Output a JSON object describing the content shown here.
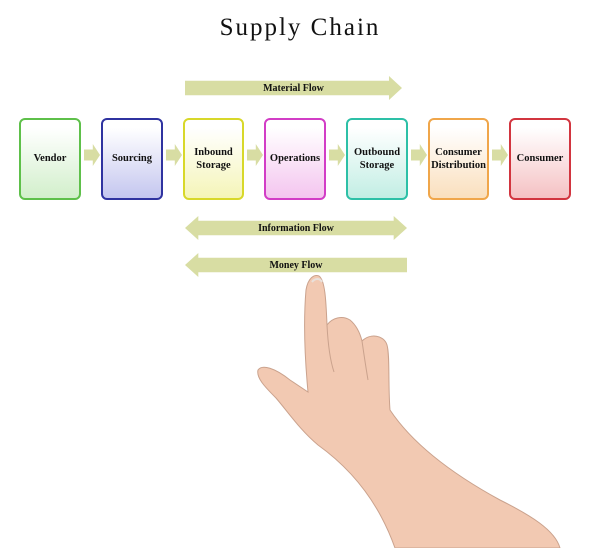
{
  "title": "Supply Chain",
  "stages": [
    {
      "label": "Vendor"
    },
    {
      "label": "Sourcing"
    },
    {
      "label": "Inbound Storage"
    },
    {
      "label": "Operations"
    },
    {
      "label": "Outbound Storage"
    },
    {
      "label": "Consumer Distribution"
    },
    {
      "label": "Consumer"
    }
  ],
  "flows": {
    "material": "Material Flow",
    "information": "Information Flow",
    "money": "Money Flow"
  },
  "colors": {
    "arrow": "#d8dda3",
    "vendor": "#5ec04a",
    "sourcing": "#2f33a0",
    "inbound": "#d8d82a",
    "operations": "#d23dc6",
    "outbound": "#2dc0a7",
    "distribution": "#f0a64a",
    "consumer": "#d2353f",
    "skin": "#f2c9b2"
  }
}
